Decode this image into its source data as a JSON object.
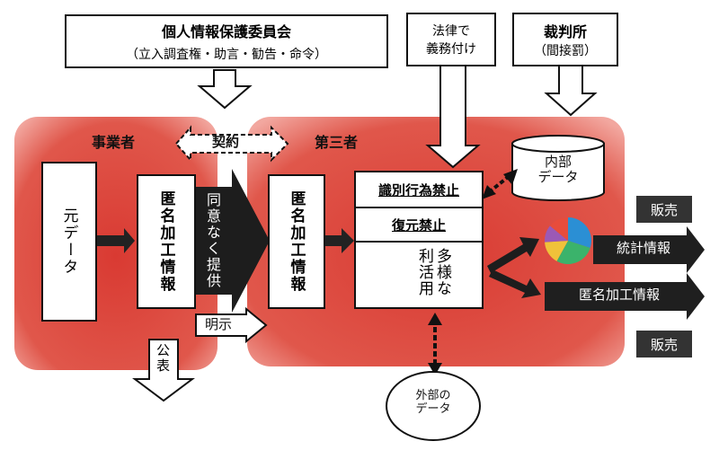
{
  "committee": {
    "title": "個人情報保護委員会",
    "subtitle": "（立入調査権・助言・勧告・命令）"
  },
  "law": {
    "line1": "法律で",
    "line2": "義務付け"
  },
  "court": {
    "title": "裁判所",
    "subtitle": "（間接罰）"
  },
  "business": {
    "title": "事業者"
  },
  "third_party": {
    "title": "第三者"
  },
  "contract": {
    "label": "契約"
  },
  "original_data": {
    "label": "元データ"
  },
  "anonymized_box_business": {
    "label": "匿名加工情報"
  },
  "no_consent_arrow": {
    "label": "同意なく提供"
  },
  "disclosure_arrow": {
    "label": "明示"
  },
  "publication_arrow": {
    "label": "公表"
  },
  "anonymized_box_third": {
    "label": "匿名加工情報"
  },
  "obligations": {
    "identification_ban": "識別行為禁止",
    "restoration_ban": "復元禁止",
    "diverse_use": "多様な利活用"
  },
  "internal_data": {
    "line1": "内部",
    "line2": "データ"
  },
  "external_data": {
    "line1": "外部の",
    "line2": "データ"
  },
  "outputs": {
    "sale_top": "販売",
    "statistics": "統計情報",
    "anonymized": "匿名加工情報",
    "sale_bottom": "販売"
  },
  "colors": {
    "region_red": "#d9463b",
    "region_edge": "#e98a80",
    "arrow_dark": "#222222",
    "label_dark": "#333333",
    "pie": [
      "#2b8fd4",
      "#3bb36b",
      "#f0c23a",
      "#9b59b6",
      "#e74c3c"
    ]
  }
}
